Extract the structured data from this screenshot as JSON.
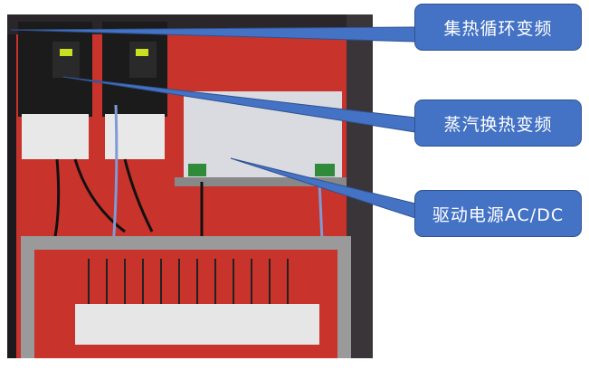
{
  "callouts": [
    {
      "label": "集热循环变频"
    },
    {
      "label": "蒸汽换热变频"
    },
    {
      "label": "驱动电源AC/DC"
    }
  ],
  "colors": {
    "callout_fill": "#4472c4",
    "callout_border": "#2f528f",
    "panel_red": "#c8332b"
  }
}
